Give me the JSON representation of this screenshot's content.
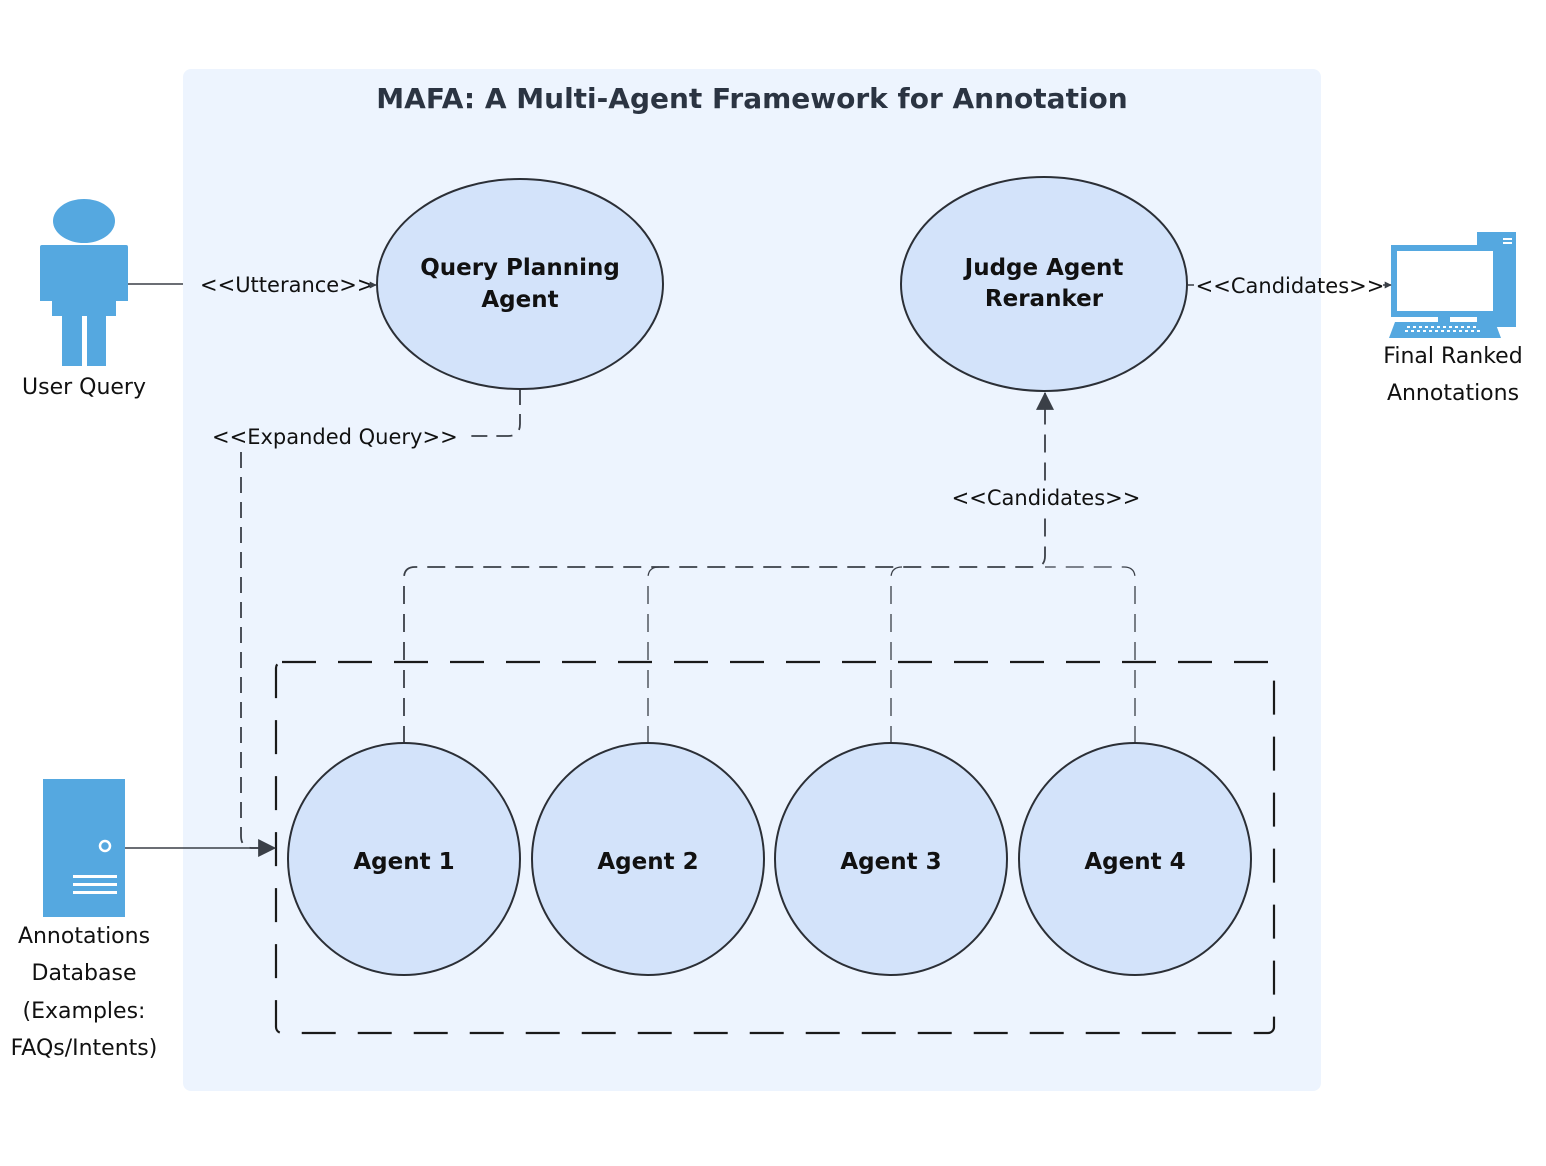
{
  "title": "MAFA: A Multi-Agent Framework for Annotation",
  "colors": {
    "framework_bg": "#edf4fe",
    "node_fill": "#d3e3fa",
    "node_stroke": "#2b2f36",
    "actor_blue": "#55a8e0",
    "edge": "#3a3f47"
  },
  "actors": {
    "user": {
      "icon": "person-icon",
      "label": "User Query"
    },
    "database": {
      "icon": "server-icon",
      "label_lines": [
        "Annotations",
        "Database",
        "(Examples:",
        "FAQs/Intents)"
      ]
    },
    "output": {
      "icon": "computer-icon",
      "label_lines": [
        "Final Ranked",
        "Annotations"
      ]
    }
  },
  "nodes": {
    "query_planner": {
      "label_lines": [
        "Query Planning",
        "Agent"
      ]
    },
    "judge": {
      "label_lines": [
        "Judge Agent",
        "Reranker"
      ]
    },
    "agents": [
      "Agent 1",
      "Agent 2",
      "Agent 3",
      "Agent 4"
    ]
  },
  "edges": {
    "utterance": "<<Utterance>>",
    "expanded_query": "<<Expanded Query>>",
    "candidates_up": "<<Candidates>>",
    "candidates_out": "<<Candidates>>"
  }
}
